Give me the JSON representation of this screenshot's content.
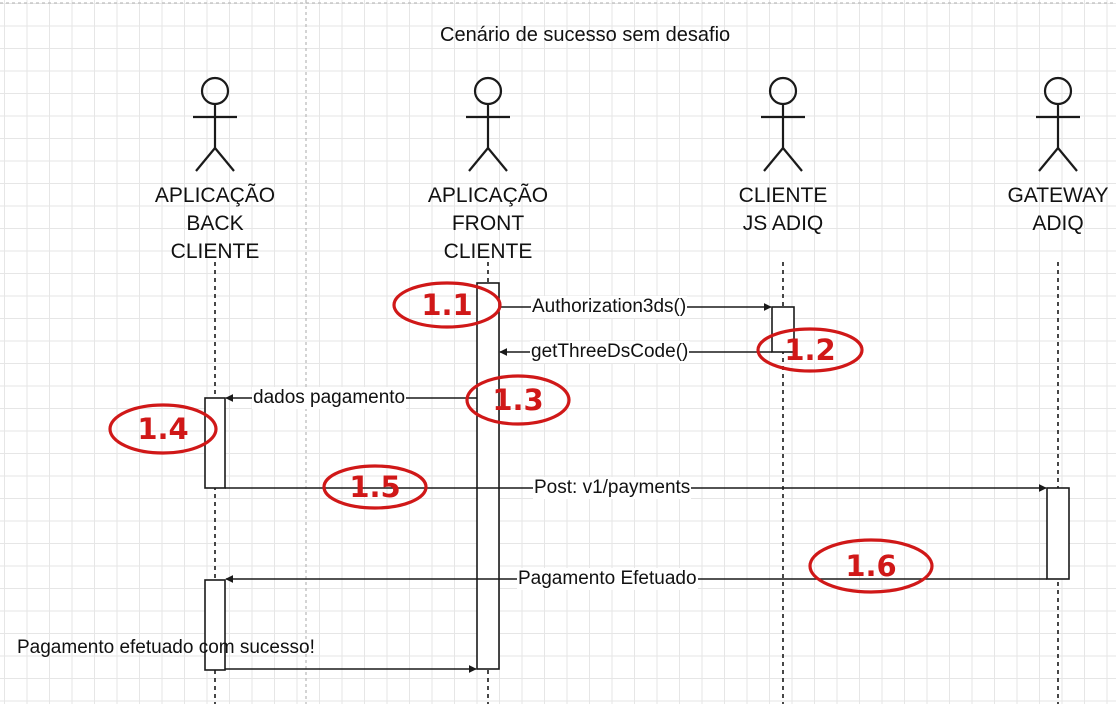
{
  "title": "Cenário de sucesso sem desafio",
  "actors": [
    {
      "line1": "APLICAÇÃO",
      "line2": "BACK",
      "line3": "CLIENTE"
    },
    {
      "line1": "APLICAÇÃO",
      "line2": "FRONT",
      "line3": "CLIENTE"
    },
    {
      "line1": "CLIENTE",
      "line2": "JS ADIQ",
      "line3": ""
    },
    {
      "line1": "GATEWAY",
      "line2": "ADIQ",
      "line3": ""
    }
  ],
  "messages": [
    {
      "label": "Authorization3ds()"
    },
    {
      "label": "getThreeDsCode()"
    },
    {
      "label": "dados pagamento"
    },
    {
      "label": "Post: v1/payments"
    },
    {
      "label": "Pagamento Efetuado"
    },
    {
      "label": "Pagamento efetuado com sucesso!"
    }
  ],
  "annotations": [
    "1.1",
    "1.2",
    "1.3",
    "1.4",
    "1.5",
    "1.6"
  ],
  "colors": {
    "line": "#1a1a1a",
    "annotation": "#d01818",
    "grid": "#e6e6e6"
  }
}
